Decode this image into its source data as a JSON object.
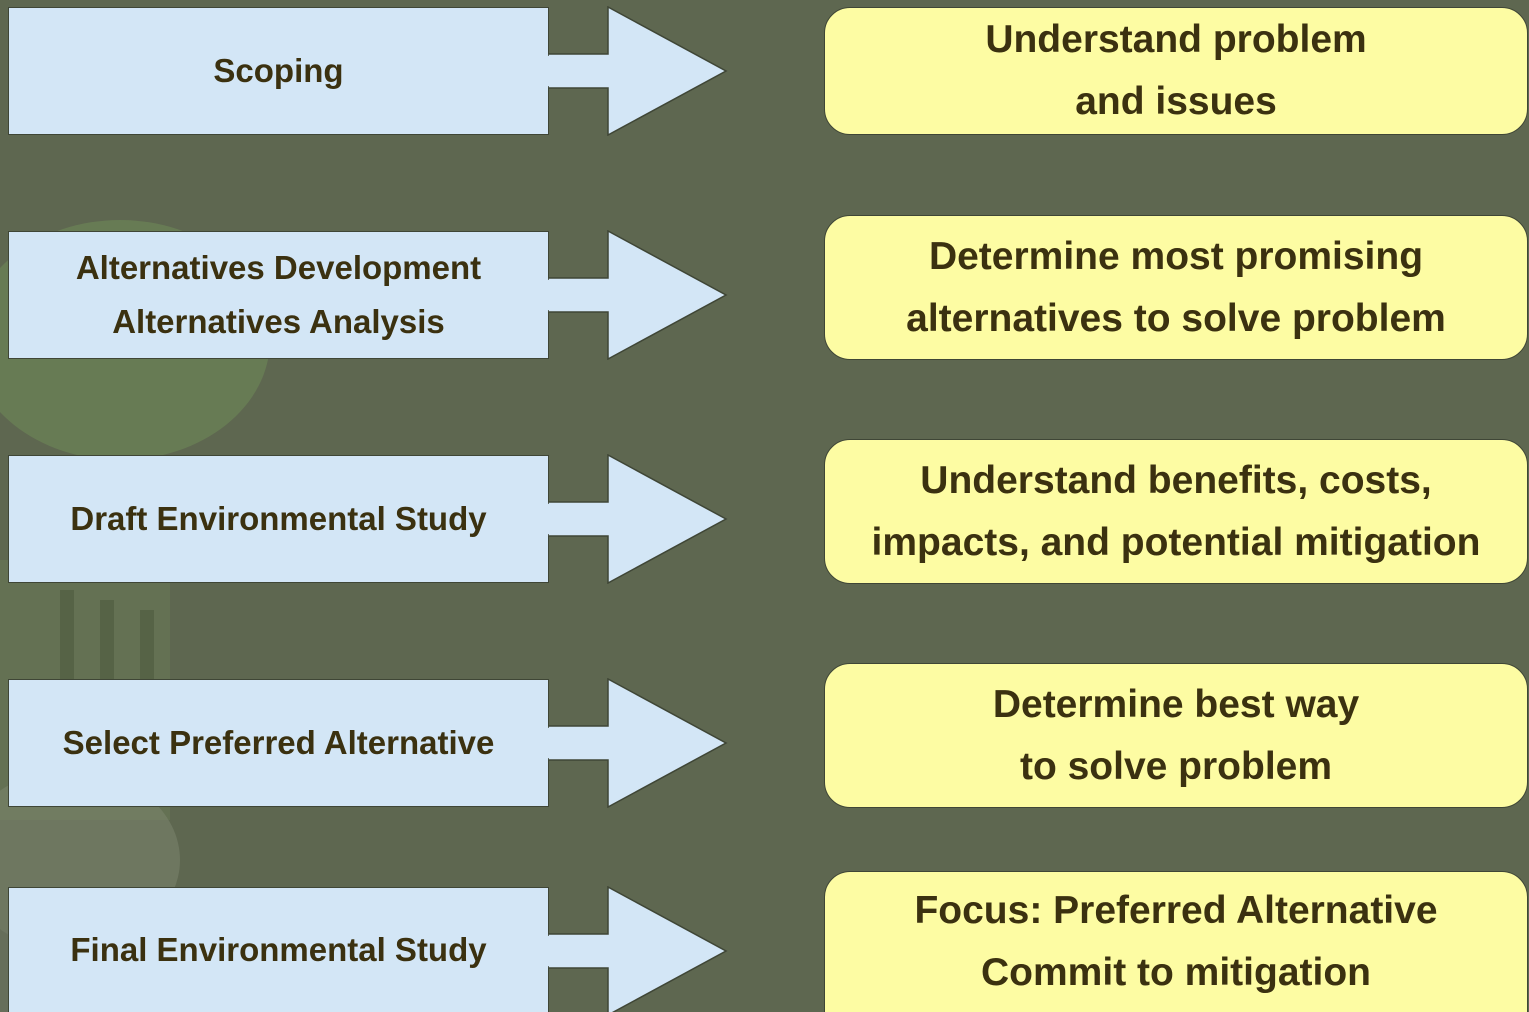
{
  "colors": {
    "background": "#5e6750",
    "stage_fill": "#d3e6f6",
    "outcome_fill": "#fdfca3",
    "text": "#3b3110",
    "outline": "#3f4636"
  },
  "rows": [
    {
      "stage": [
        "Scoping"
      ],
      "outcome": [
        "Understand problem",
        "and issues"
      ]
    },
    {
      "stage": [
        "Alternatives Development",
        "Alternatives Analysis"
      ],
      "outcome": [
        "Determine most promising",
        "alternatives to solve problem"
      ]
    },
    {
      "stage": [
        "Draft Environmental Study"
      ],
      "outcome": [
        "Understand benefits, costs,",
        "impacts, and potential mitigation"
      ]
    },
    {
      "stage": [
        "Select Preferred Alternative"
      ],
      "outcome": [
        "Determine best way",
        "to solve problem"
      ]
    },
    {
      "stage": [
        "Final Environmental Study"
      ],
      "outcome": [
        "Focus: Preferred Alternative",
        "Commit to mitigation"
      ]
    }
  ]
}
